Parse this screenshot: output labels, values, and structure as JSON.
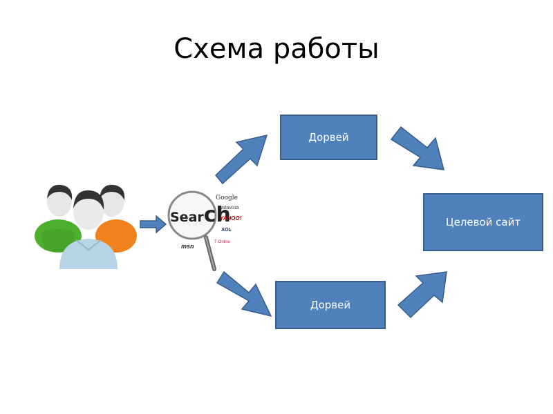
{
  "title": "Схема работы",
  "nodes": {
    "doorway_top": "Дорвей",
    "doorway_bottom": "Дорвей",
    "target_site": "Целевой сайт"
  },
  "search_logo": {
    "word_prefix": "Sear",
    "word_suffix": "ch",
    "engines": [
      "Google",
      "altavista",
      "YAHOO!",
      "AOL",
      "msn",
      "T·Online"
    ]
  },
  "colors": {
    "box_fill": "#4f81bd",
    "box_border": "#385d8a",
    "person_green": "#4caf2e",
    "person_orange": "#f0821e",
    "person_blue": "#b8d4e6"
  }
}
